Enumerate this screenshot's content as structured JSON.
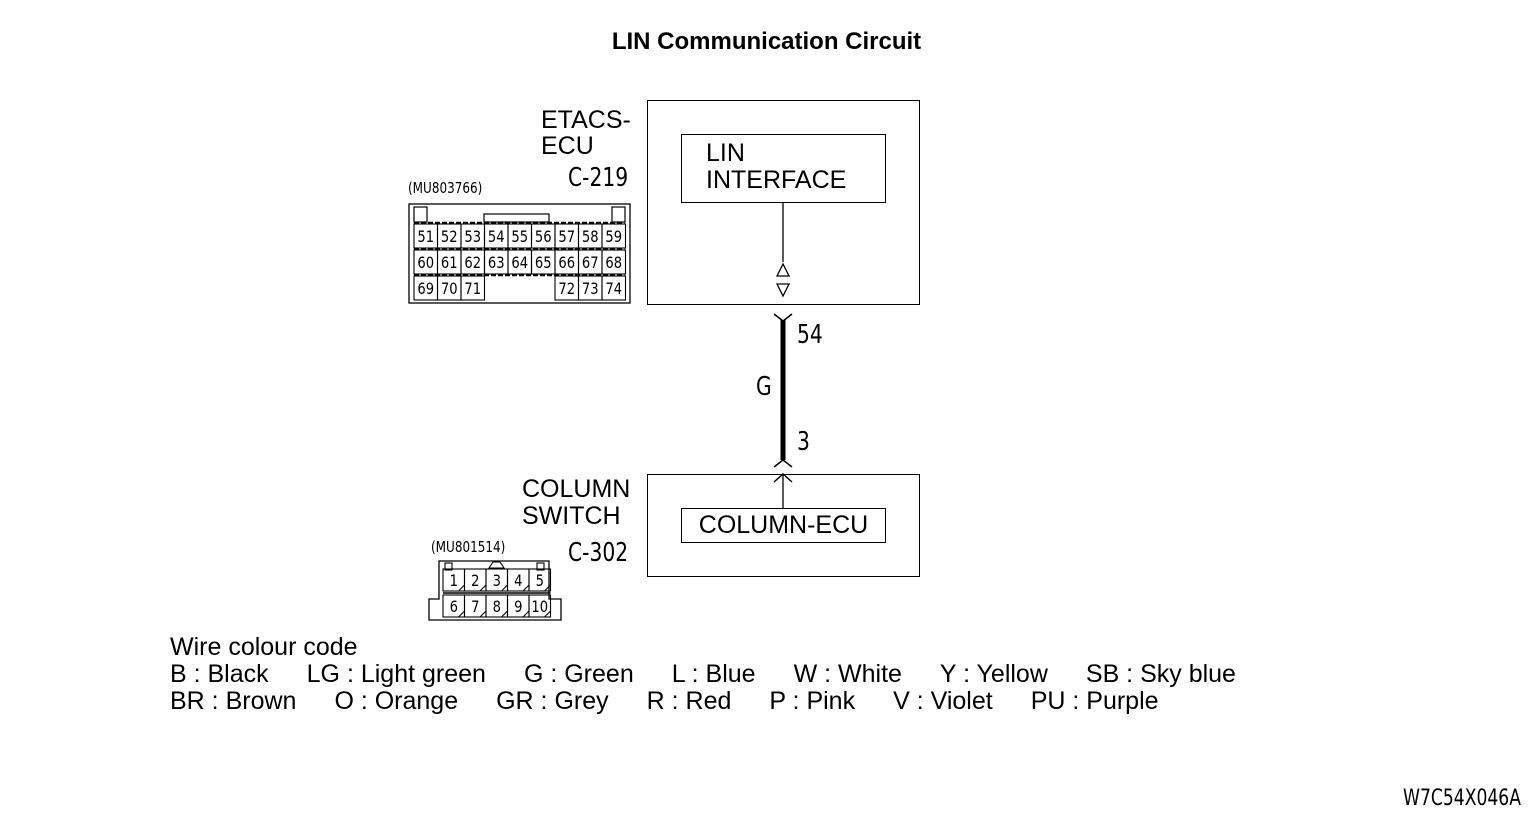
{
  "title": "LIN Communication Circuit",
  "etacs": {
    "name_line1": "ETACS-",
    "name_line2": "ECU",
    "connector_id": "C-219",
    "part_number": "(MU803766)",
    "inner_block_line1": "LIN",
    "inner_block_line2": "INTERFACE",
    "pins_row1": [
      "51",
      "52",
      "53",
      "54",
      "55",
      "56",
      "57",
      "58",
      "59"
    ],
    "pins_row2": [
      "60",
      "61",
      "62",
      "63",
      "64",
      "65",
      "66",
      "67",
      "68"
    ],
    "pins_row3_left": [
      "69",
      "70",
      "71"
    ],
    "pins_row3_right": [
      "72",
      "73",
      "74"
    ]
  },
  "wire": {
    "color_code": "G",
    "top_pin": "54",
    "bottom_pin": "3"
  },
  "column_switch": {
    "name_line1": "COLUMN",
    "name_line2": "SWITCH",
    "connector_id": "C-302",
    "part_number": "(MU801514)",
    "inner_block": "COLUMN-ECU",
    "pins_row1": [
      "1",
      "2",
      "3",
      "4",
      "5"
    ],
    "pins_row2": [
      "6",
      "7",
      "8",
      "9",
      "10"
    ]
  },
  "legend": {
    "heading": "Wire colour code",
    "row1": [
      "B : Black",
      "LG : Light green",
      "G : Green",
      "L : Blue",
      "W : White",
      "Y : Yellow",
      "SB : Sky blue"
    ],
    "row2": [
      "BR : Brown",
      "O : Orange",
      "GR : Grey",
      "R : Red",
      "P : Pink",
      "V : Violet",
      "PU : Purple"
    ]
  },
  "figure_id": "W7C54X046A"
}
